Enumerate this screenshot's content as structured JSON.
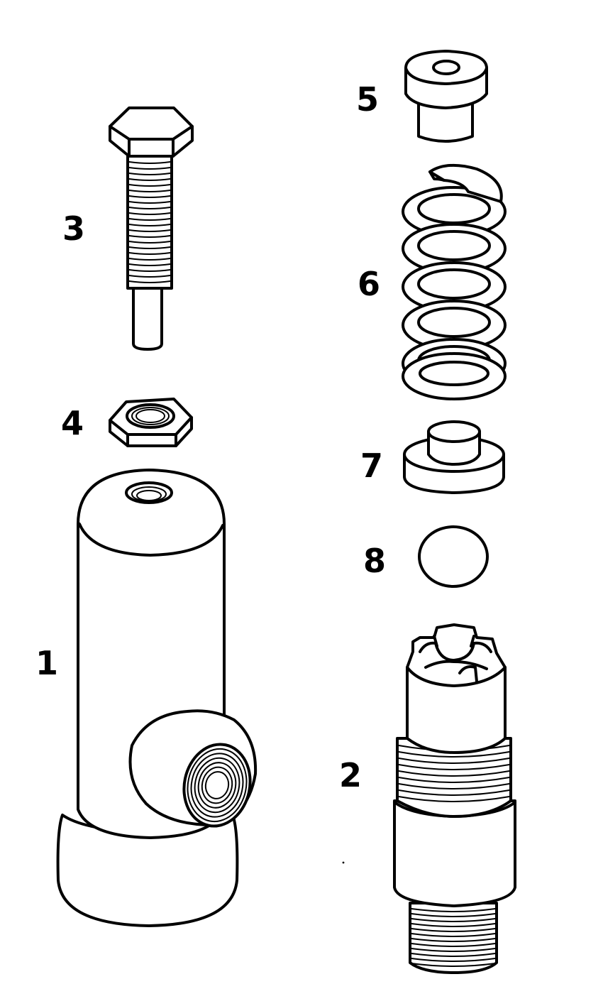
{
  "labels": {
    "p1": "1",
    "p2": "2",
    "p3": "3",
    "p4": "4",
    "p5": "5",
    "p6": "6",
    "p7": "7",
    "p8": "8"
  },
  "colors": {
    "line": "#000000",
    "background": "#ffffff"
  }
}
